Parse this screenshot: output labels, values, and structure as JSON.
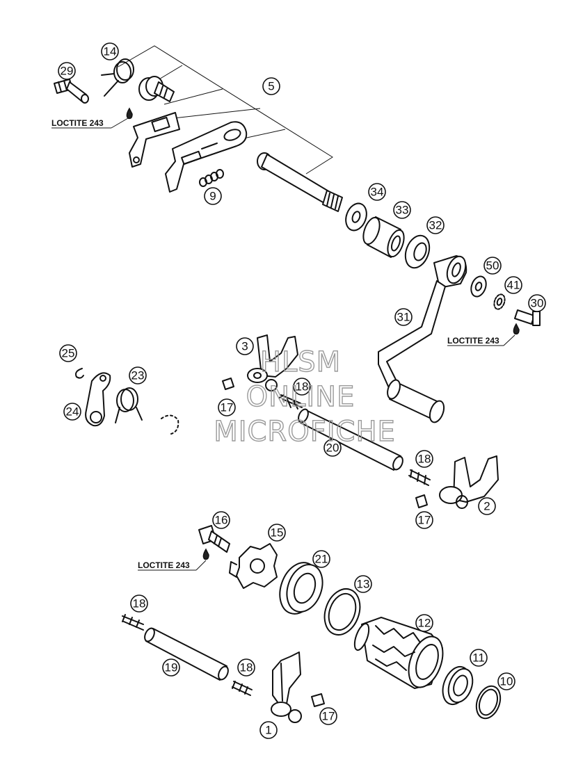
{
  "callouts": {
    "c29": "29",
    "c14": "14",
    "c5": "5",
    "c9": "9",
    "c34": "34",
    "c33": "33",
    "c32": "32",
    "c50": "50",
    "c41": "41",
    "c30": "30",
    "c31": "31",
    "c25": "25",
    "c23": "23",
    "c24": "24",
    "c3": "3",
    "c18a": "18",
    "c17a": "17",
    "c20": "20",
    "c18b": "18",
    "c2": "2",
    "c17b": "17",
    "c16": "16",
    "c15": "15",
    "c21": "21",
    "c13": "13",
    "c12": "12",
    "c18c": "18",
    "c19": "19",
    "c18d": "18",
    "c11": "11",
    "c10": "10",
    "c1": "1",
    "c17c": "17"
  },
  "notes": {
    "loctite_1": "LOCTITE 243",
    "loctite_2": "LOCTITE 243",
    "loctite_3": "LOCTITE 243"
  },
  "watermark": {
    "line1": "HLSM",
    "line2": "ONLINE",
    "line3": "MICROFICHE"
  }
}
